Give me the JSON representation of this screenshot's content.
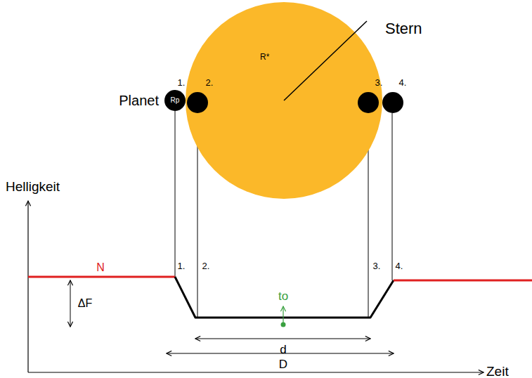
{
  "diagram": {
    "nodes": [
      {
        "text": [
          "Stern",
          "R*"
        ]
      },
      {
        "text": [
          "Planet",
          "Rp"
        ]
      }
    ],
    "labels": [
      "1.",
      "2.",
      "3.",
      "4.",
      "Helligkeit",
      "N",
      "1.",
      "2.",
      "3.",
      "4.",
      "ΔF",
      "to",
      "d",
      "D",
      "Zeit"
    ]
  }
}
